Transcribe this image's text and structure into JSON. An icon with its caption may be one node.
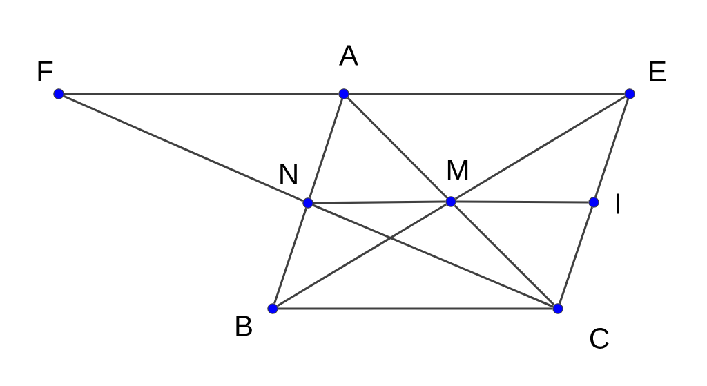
{
  "diagram": {
    "nodes": [
      {
        "text": [
          "F"
        ]
      },
      {
        "text": [
          "A"
        ]
      },
      {
        "text": [
          "E"
        ]
      },
      {
        "text": [
          "N"
        ]
      },
      {
        "text": [
          "M"
        ]
      },
      {
        "text": [
          "I"
        ]
      },
      {
        "text": [
          "B"
        ]
      },
      {
        "text": [
          "C"
        ]
      }
    ],
    "edges": [
      {
        "from": 0,
        "to": 1,
        "arrow": "none"
      },
      {
        "from": 1,
        "to": 2,
        "arrow": "none"
      },
      {
        "from": 0,
        "to": 3,
        "arrow": "none"
      },
      {
        "from": 3,
        "to": 7,
        "arrow": "none"
      },
      {
        "from": 1,
        "to": 3,
        "arrow": "none"
      },
      {
        "from": 3,
        "to": 6,
        "arrow": "none"
      },
      {
        "from": 1,
        "to": 4,
        "arrow": "none"
      },
      {
        "from": 4,
        "to": 7,
        "arrow": "none"
      },
      {
        "from": 2,
        "to": 4,
        "arrow": "none"
      },
      {
        "from": 4,
        "to": 6,
        "arrow": "none"
      },
      {
        "from": 3,
        "to": 4,
        "arrow": "none"
      },
      {
        "from": 4,
        "to": 5,
        "arrow": "none"
      },
      {
        "from": 2,
        "to": 5,
        "arrow": "none"
      },
      {
        "from": 5,
        "to": 7,
        "arrow": "none"
      },
      {
        "from": 6,
        "to": 7,
        "arrow": "none"
      }
    ]
  }
}
